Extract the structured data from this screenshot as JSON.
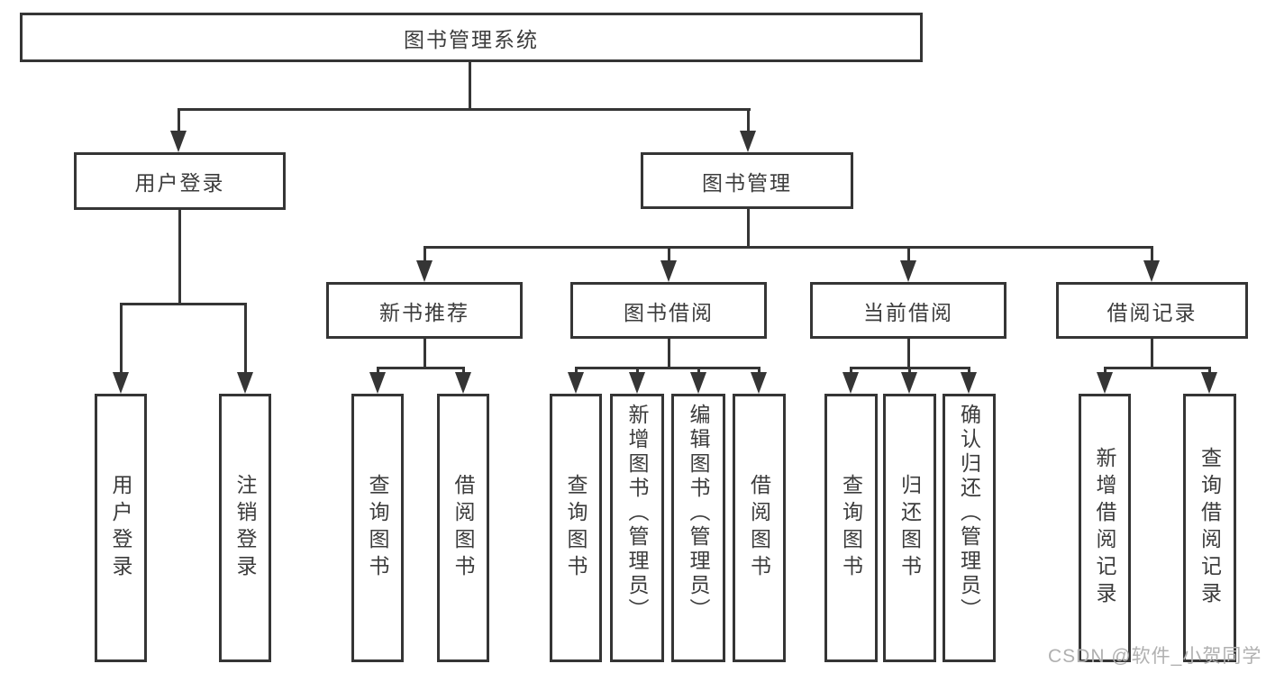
{
  "tree": {
    "label": "图书管理系统",
    "children": [
      {
        "label": "用户登录",
        "children": [
          {
            "label": "用户登录"
          },
          {
            "label": "注销登录"
          }
        ]
      },
      {
        "label": "图书管理",
        "children": [
          {
            "label": "新书推荐",
            "children": [
              {
                "label": "查询图书"
              },
              {
                "label": "借阅图书"
              }
            ]
          },
          {
            "label": "图书借阅",
            "children": [
              {
                "label": "查询图书"
              },
              {
                "label": "新增图书（管理员）"
              },
              {
                "label": "编辑图书（管理员）"
              },
              {
                "label": "借阅图书"
              }
            ]
          },
          {
            "label": "当前借阅",
            "children": [
              {
                "label": "查询图书"
              },
              {
                "label": "归还图书"
              },
              {
                "label": "确认归还（管理员）"
              }
            ]
          },
          {
            "label": "借阅记录",
            "children": [
              {
                "label": "新增借阅记录"
              },
              {
                "label": "查询借阅记录"
              }
            ]
          }
        ]
      }
    ]
  },
  "watermark": {
    "text": "CSDN @软件_小贺同学"
  },
  "colors": {
    "line": "#353535",
    "text": "#3c3c3c",
    "background": "#ffffff",
    "watermark": "#b0b0b0"
  }
}
